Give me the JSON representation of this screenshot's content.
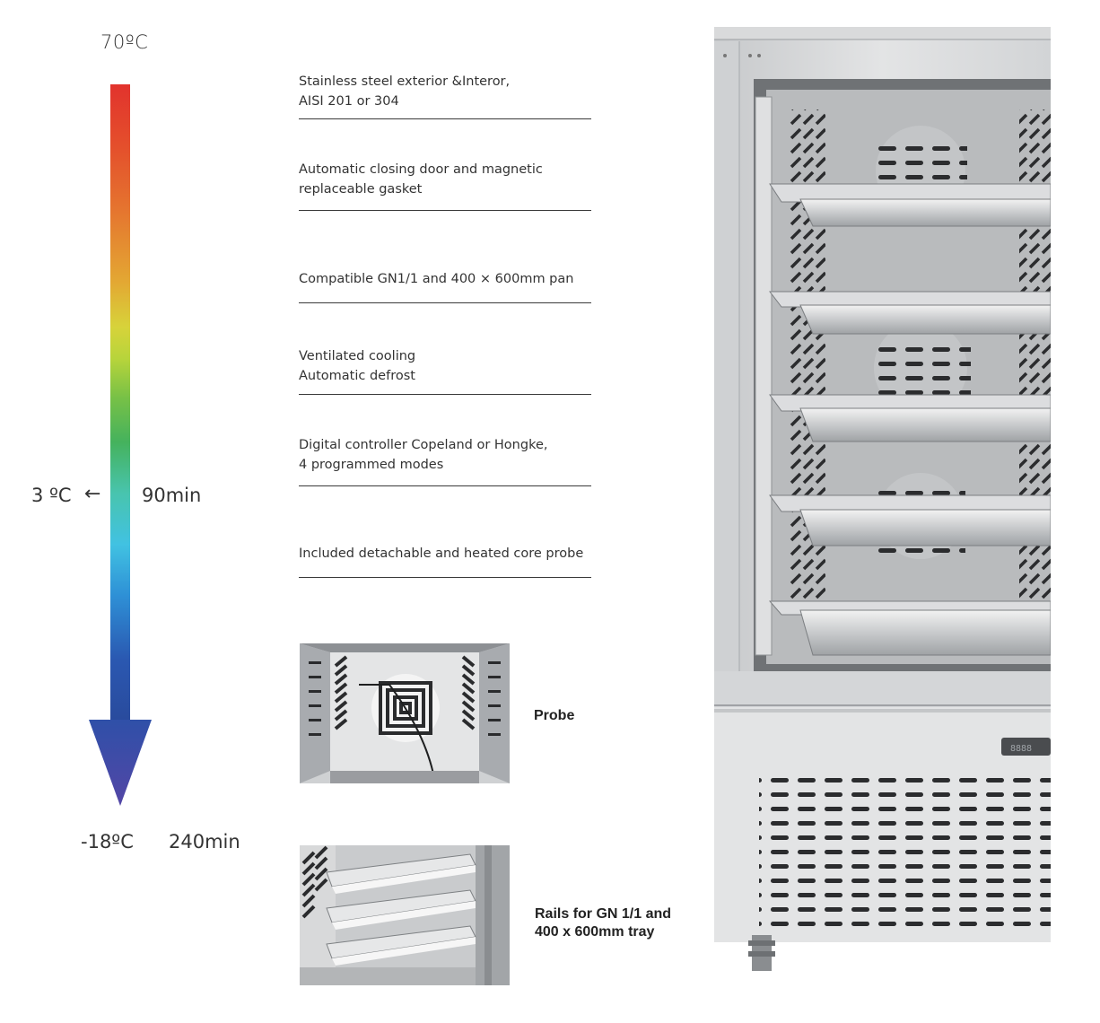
{
  "scale": {
    "top_temp": "70ºC",
    "mid_temp": "3 ºC",
    "mid_arrow": "←",
    "mid_time": "90min",
    "bottom_temp": "-18ºC",
    "bottom_time": "240min"
  },
  "features": [
    "Stainless steel exterior &Interor,\nAISI 201 or 304",
    "Automatic closing door and magnetic\nreplaceable gasket",
    "Compatible GN1/1 and 400 × 600mm pan",
    "Ventilated cooling\nAutomatic defrost",
    "Digital controller Copeland or Hongke,\n4 programmed modes",
    "Included detachable and heated core probe"
  ],
  "captions": {
    "probe": "Probe",
    "rails": "Rails for GN 1/1 and\n400 x 600mm tray"
  },
  "controller_display": "8888",
  "colors": {
    "bar_top": "#e2332d",
    "bar_mid": "#45b25d",
    "bar_bottom": "#294a9c",
    "arrowhead": "#4a4aa8"
  }
}
